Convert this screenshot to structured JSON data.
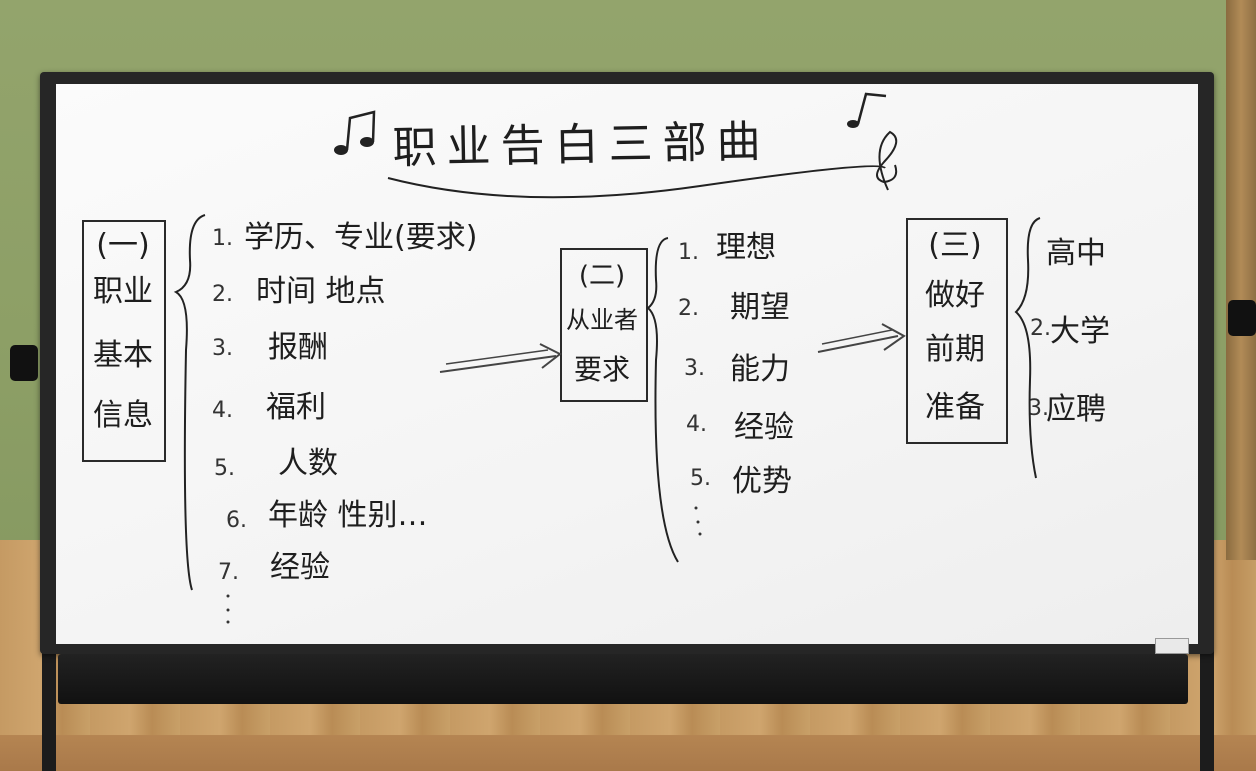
{
  "title": "职业告白三部曲",
  "section1": {
    "head": "(一)",
    "lines": [
      "职业",
      "基本",
      "信息"
    ],
    "items": [
      {
        "n": "1.",
        "t": "学历、专业(要求)"
      },
      {
        "n": "2.",
        "t": "时间 地点"
      },
      {
        "n": "3.",
        "t": "报酬"
      },
      {
        "n": "4.",
        "t": "福利"
      },
      {
        "n": "5.",
        "t": "人数"
      },
      {
        "n": "6.",
        "t": "年龄 性别…"
      },
      {
        "n": "7.",
        "t": "经验"
      }
    ]
  },
  "section2": {
    "head": "(二)",
    "lines": [
      "从业者",
      "要求"
    ],
    "items": [
      {
        "n": "1.",
        "t": "理想"
      },
      {
        "n": "2.",
        "t": "期望"
      },
      {
        "n": "3.",
        "t": "能力"
      },
      {
        "n": "4.",
        "t": "经验"
      },
      {
        "n": "5.",
        "t": "优势"
      }
    ]
  },
  "section3": {
    "head": "(三)",
    "lines": [
      "做好",
      "前期",
      "准备"
    ],
    "items": [
      {
        "n": "",
        "t": "高中"
      },
      {
        "n": "2.",
        "t": "大学"
      },
      {
        "n": "3.",
        "t": "应聘"
      }
    ]
  },
  "colors": {
    "ink": "#1e1e1e",
    "board": "#f6f6f6",
    "frame": "#262626",
    "wall": "#8fa069"
  }
}
